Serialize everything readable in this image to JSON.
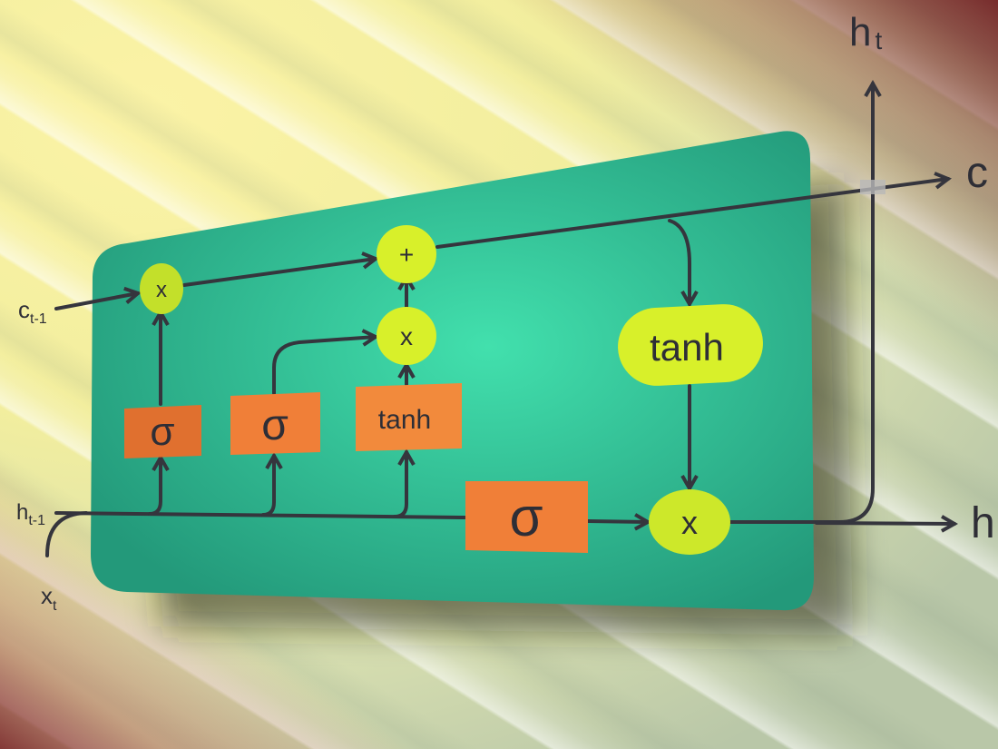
{
  "title": "LSTM cell diagram",
  "colors": {
    "cell_background": "#2fbf98",
    "gate_box": "#f07f38",
    "op_node": "#d8f02a",
    "line": "#35353d"
  },
  "inputs": {
    "c_prev": {
      "base": "c",
      "sub": "t-1"
    },
    "h_prev": {
      "base": "h",
      "sub": "t-1"
    },
    "x": {
      "base": "x",
      "sub": "t"
    }
  },
  "outputs": {
    "h_top": {
      "base": "h",
      "sub": "t"
    },
    "c_right": {
      "base": "c",
      "sub": ""
    },
    "h_right": {
      "base": "h",
      "sub": ""
    }
  },
  "gates": [
    {
      "id": "forget",
      "label": "σ"
    },
    {
      "id": "input",
      "label": "σ"
    },
    {
      "id": "candidate",
      "label": "tanh"
    },
    {
      "id": "output",
      "label": "σ"
    }
  ],
  "ops": [
    {
      "id": "forget-mult",
      "label": "x"
    },
    {
      "id": "cell-add",
      "label": "+"
    },
    {
      "id": "input-mult",
      "label": "x"
    },
    {
      "id": "cell-tanh",
      "label": "tanh"
    },
    {
      "id": "output-mult",
      "label": "x"
    }
  ]
}
